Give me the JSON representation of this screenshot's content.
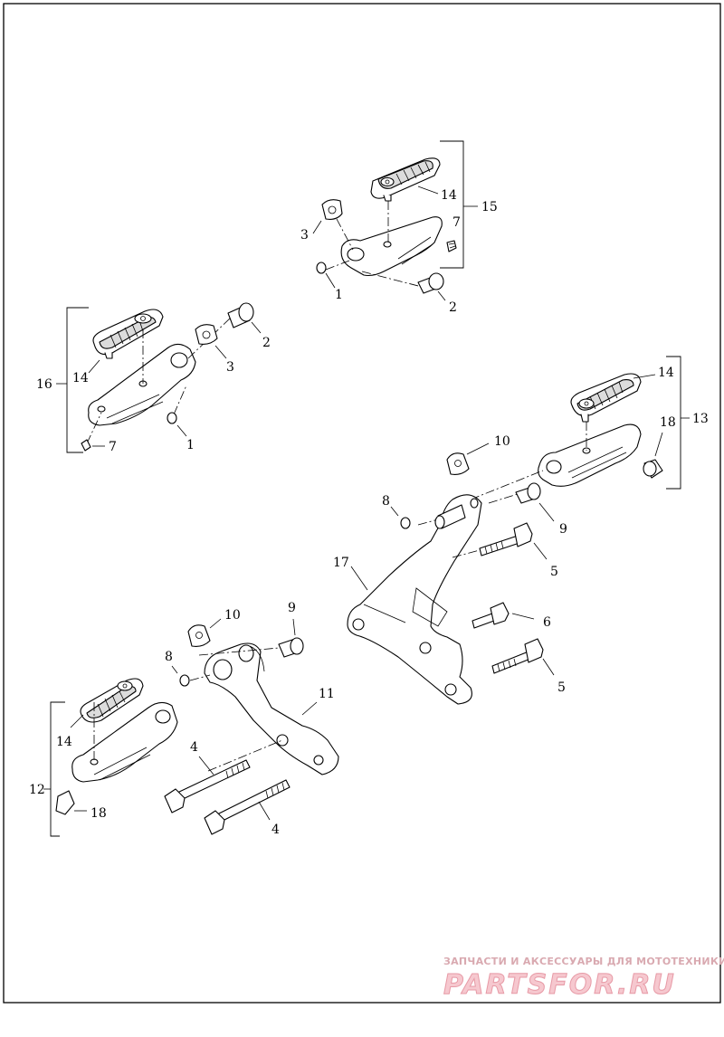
{
  "diagram": {
    "callouts": {
      "c1a": "1",
      "c1b": "1",
      "c2a": "2",
      "c2b": "2",
      "c3a": "3",
      "c3b": "3",
      "c4a": "4",
      "c4b": "4",
      "c5a": "5",
      "c5b": "5",
      "c6": "6",
      "c7a": "7",
      "c7b": "7",
      "c8a": "8",
      "c8b": "8",
      "c9a": "9",
      "c9b": "9",
      "c10a": "10",
      "c10b": "10",
      "c11": "11",
      "c12": "12",
      "c13": "13",
      "c14a": "14",
      "c14b": "14",
      "c14c": "14",
      "c14d": "14",
      "c15": "15",
      "c16": "16",
      "c17": "17",
      "c18a": "18",
      "c18b": "18"
    }
  },
  "watermark": {
    "tagline": "ЗАПЧАСТИ И АКСЕССУАРЫ ДЛЯ МОТОТЕХНИКИ",
    "brand": "PARTSFOR.RU"
  }
}
